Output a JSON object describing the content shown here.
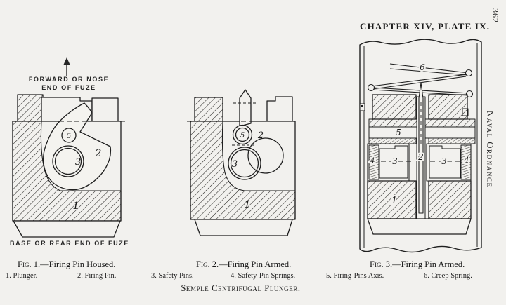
{
  "page": {
    "header": "CHAPTER XIV, PLATE IX.",
    "page_number": "362",
    "running_title": "Naval Ordnance",
    "plate_caption": "Semple Centrifugal Plunger.",
    "colors": {
      "paper": "#f2f1ee",
      "ink": "#1d1d1d"
    },
    "icons": {
      "forward_arrow": "up-arrow"
    }
  },
  "fig1": {
    "label": "Fig. 1.",
    "title": "—Firing Pin Housed.",
    "arrow_label_line1": "FORWARD OR NOSE",
    "arrow_label_line2": "END OF FUZE",
    "base_label": "BASE OR REAR END OF FUZE",
    "parts": {
      "p5": "5",
      "p3": "3",
      "p2": "2",
      "p1": "1"
    }
  },
  "fig2": {
    "label": "Fig. 2.",
    "title": "—Firing Pin Armed.",
    "parts": {
      "p5": "5",
      "p2": "2",
      "p3": "3",
      "p1": "1"
    }
  },
  "fig3": {
    "label": "Fig. 3.",
    "title": "—Firing Pin Armed.",
    "parts": {
      "p6": "6",
      "p5": "5",
      "p4_left": "4",
      "p3_left": "3",
      "p2": "2",
      "p3_right": "3",
      "p4_right": "4",
      "p1": "1"
    }
  },
  "legend": {
    "item1": "1. Plunger.",
    "item2": "2. Firing Pin.",
    "item3": "3. Safety Pins.",
    "item4": "4. Safety-Pin Springs.",
    "item5": "5. Firing-Pins Axis.",
    "item6": "6. Creep Spring."
  }
}
